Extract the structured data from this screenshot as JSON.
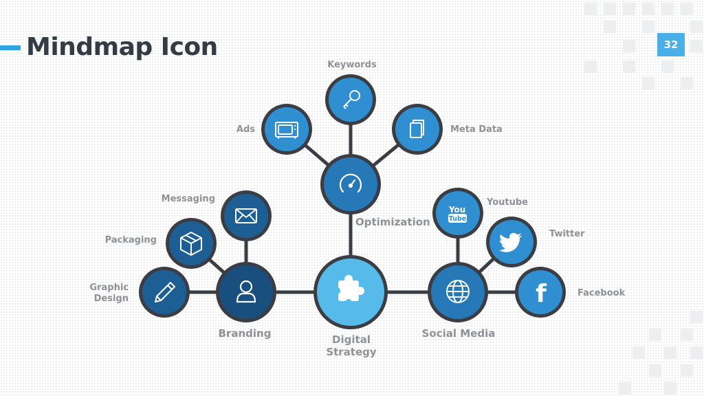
{
  "title": "Mindmap Icon",
  "page_number": "32",
  "colors": {
    "accent": "#2fa6e0",
    "line": "#3a3e44",
    "label": "#8e9297",
    "title": "#333b45",
    "node_light": "#56bbe9",
    "node_mid": "#2678b6",
    "node_leaf": "#2f8fd0",
    "node_dark": "#184f7e",
    "node_deep": "#1d5f94"
  },
  "nodes": {
    "center": {
      "label_line1": "Digital",
      "label_line2": "Strategy",
      "icon": "puzzle-icon"
    },
    "optimization": {
      "label": "Optimization",
      "icon": "speedometer-icon"
    },
    "keywords": {
      "label": "Keywords",
      "icon": "key-icon"
    },
    "ads": {
      "label": "Ads",
      "icon": "tv-icon"
    },
    "metadata": {
      "label": "Meta Data",
      "icon": "documents-icon"
    },
    "branding": {
      "label": "Branding",
      "icon": "user-icon"
    },
    "messaging": {
      "label": "Messaging",
      "icon": "envelope-icon"
    },
    "packaging": {
      "label": "Packaging",
      "icon": "box-icon"
    },
    "graphic": {
      "label_line1": "Graphic",
      "label_line2": "Design",
      "icon": "pencil-icon"
    },
    "social": {
      "label": "Social Media",
      "icon": "globe-icon"
    },
    "youtube": {
      "label": "Youtube",
      "icon": "youtube-icon",
      "logo_top": "You",
      "logo_bottom": "Tube"
    },
    "twitter": {
      "label": "Twitter",
      "icon": "twitter-bird-icon"
    },
    "facebook": {
      "label": "Facebook",
      "icon": "facebook-icon",
      "logo": "f"
    }
  }
}
